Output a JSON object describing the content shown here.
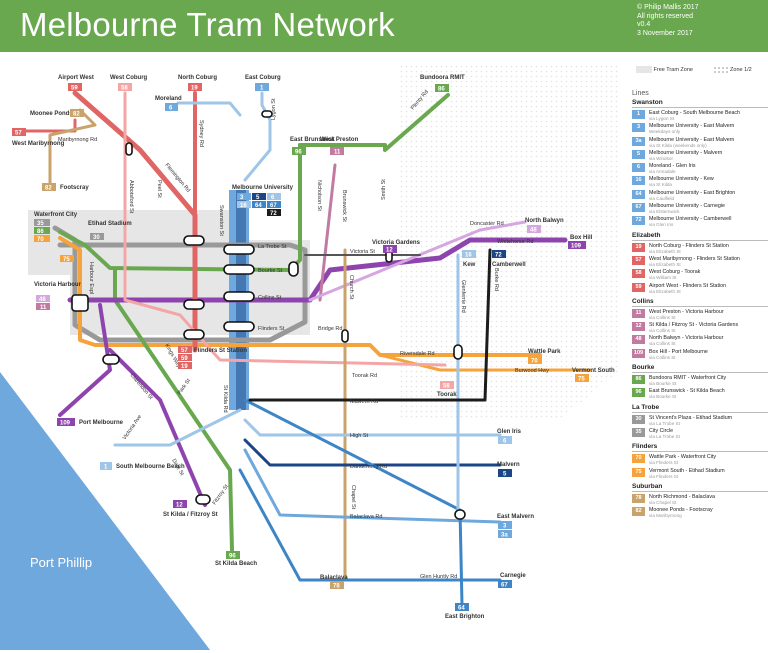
{
  "header": {
    "title": "Melbourne Tram Network",
    "copyright": "© Philip Mallis 2017",
    "rights": "All rights reserved",
    "version": "v0.4",
    "date": "3 November 2017",
    "bg": "#6aa84f"
  },
  "zones": {
    "free": "Free Tram Zone",
    "zone12": "Zone 1/2"
  },
  "water": {
    "label": "Port Phillip",
    "color": "#6fa8dc"
  },
  "legend": {
    "heading": "Lines",
    "groups": [
      {
        "name": "Swanston",
        "rows": [
          {
            "num": "1",
            "color": "#6fa8dc",
            "text": "East Coburg - South Melbourne Beach",
            "sub": "via Lygon St"
          },
          {
            "num": "3",
            "color": "#6fa8dc",
            "text": "Melbourne University - East Malvern",
            "sub": "Weekdays only"
          },
          {
            "num": "3a",
            "color": "#6fa8dc",
            "text": "Melbourne University - East Malvern",
            "sub": "via St Kilda (weekends only)"
          },
          {
            "num": "5",
            "color": "#6fa8dc",
            "text": "Melbourne University - Malvern",
            "sub": "via Windsor"
          },
          {
            "num": "6",
            "color": "#6fa8dc",
            "text": "Moreland - Glen Iris",
            "sub": "via Armadale"
          },
          {
            "num": "16",
            "color": "#6fa8dc",
            "text": "Melbourne University - Kew",
            "sub": "via St Kilda"
          },
          {
            "num": "64",
            "color": "#6fa8dc",
            "text": "Melbourne University - East Brighton",
            "sub": "via Caulfield"
          },
          {
            "num": "67",
            "color": "#6fa8dc",
            "text": "Melbourne University - Carnegie",
            "sub": "via Elsternwick"
          },
          {
            "num": "72",
            "color": "#6fa8dc",
            "text": "Melbourne University - Camberwell",
            "sub": "via Glen Iris"
          }
        ]
      },
      {
        "name": "Elizabeth",
        "rows": [
          {
            "num": "19",
            "color": "#e06666",
            "text": "North Coburg - Flinders St Station",
            "sub": "via Elizabeth St"
          },
          {
            "num": "57",
            "color": "#e06666",
            "text": "West Maribyrnong - Flinders St Station",
            "sub": "via Elizabeth St"
          },
          {
            "num": "58",
            "color": "#e06666",
            "text": "West Coburg - Toorak",
            "sub": "via William St"
          },
          {
            "num": "59",
            "color": "#e06666",
            "text": "Airport West - Flinders St Station",
            "sub": "via Elizabeth St"
          }
        ]
      },
      {
        "name": "Collins",
        "rows": [
          {
            "num": "11",
            "color": "#c27ba0",
            "text": "West Preston - Victoria Harbour",
            "sub": "via Collins St"
          },
          {
            "num": "12",
            "color": "#c27ba0",
            "text": "St Kilda / Fitzroy St - Victoria Gardens",
            "sub": "via Collins St"
          },
          {
            "num": "48",
            "color": "#c27ba0",
            "text": "North Balwyn - Victoria Harbour",
            "sub": "via Collins St"
          },
          {
            "num": "109",
            "color": "#c27ba0",
            "text": "Box Hill - Port Melbourne",
            "sub": "via Collins St"
          }
        ]
      },
      {
        "name": "Bourke",
        "rows": [
          {
            "num": "86",
            "color": "#6aa84f",
            "text": "Bundoora RMIT - Waterfront City",
            "sub": "via Bourke St"
          },
          {
            "num": "96",
            "color": "#6aa84f",
            "text": "East Brunswick - St Kilda Beach",
            "sub": "via Bourke St"
          }
        ]
      },
      {
        "name": "La Trobe",
        "rows": [
          {
            "num": "30",
            "color": "#999999",
            "text": "St Vincent's Plaza - Etihad Stadium",
            "sub": "via La Trobe St"
          },
          {
            "num": "35",
            "color": "#999999",
            "text": "City Circle",
            "sub": "via La Trobe St"
          }
        ]
      },
      {
        "name": "Flinders",
        "rows": [
          {
            "num": "70",
            "color": "#f6a33b",
            "text": "Wattle Park - Waterfront City",
            "sub": "via Flinders St"
          },
          {
            "num": "75",
            "color": "#f6a33b",
            "text": "Vermont South - Etihad Stadium",
            "sub": "via Flinders St"
          }
        ]
      },
      {
        "name": "Suburban",
        "rows": [
          {
            "num": "78",
            "color": "#c9a36b",
            "text": "North Richmond - Balaclava",
            "sub": "via Chapel St"
          },
          {
            "num": "82",
            "color": "#c9a36b",
            "text": "Moonee Ponds - Footscray",
            "sub": "via Maribyrnong"
          }
        ]
      }
    ]
  },
  "termini": [
    {
      "name": "Airport West",
      "num": "59"
    },
    {
      "name": "West Coburg",
      "num": "58"
    },
    {
      "name": "North Coburg",
      "num": "19"
    },
    {
      "name": "East Coburg",
      "num": "1"
    },
    {
      "name": "Moreland",
      "num": "6"
    },
    {
      "name": "Moonee Ponds",
      "num": "82"
    },
    {
      "name": "West Maribyrnong",
      "num": "57"
    },
    {
      "name": "Footscray",
      "num": "82"
    },
    {
      "name": "Bundoora RMIT",
      "num": "86"
    },
    {
      "name": "East Brunswick",
      "num": "96"
    },
    {
      "name": "West Preston",
      "num": "11"
    },
    {
      "name": "North Balwyn",
      "num": "48"
    },
    {
      "name": "Box Hill",
      "num": "109"
    },
    {
      "name": "Camberwell",
      "num": "72"
    },
    {
      "name": "Kew",
      "num": "16"
    },
    {
      "name": "Victoria Gardens",
      "num": "12"
    },
    {
      "name": "Wattle Park",
      "num": "70"
    },
    {
      "name": "Vermont South",
      "num": "75"
    },
    {
      "name": "Toorak",
      "num": "58"
    },
    {
      "name": "Glen Iris",
      "num": "6"
    },
    {
      "name": "Malvern",
      "num": "5"
    },
    {
      "name": "East Malvern",
      "num": "3"
    },
    {
      "name": "East Malvern 3a",
      "num": "3a"
    },
    {
      "name": "Carnegie",
      "num": "67"
    },
    {
      "name": "East Brighton",
      "num": "64"
    },
    {
      "name": "Balaclava",
      "num": "78"
    },
    {
      "name": "St Kilda Beach",
      "num": "96"
    },
    {
      "name": "St Kilda / Fitzroy St",
      "num": "12"
    },
    {
      "name": "South Melbourne Beach",
      "num": "1"
    },
    {
      "name": "Port Melbourne",
      "num": "109"
    },
    {
      "name": "Waterfront City",
      "num": "35"
    },
    {
      "name": "Etihad Stadium",
      "num": "30"
    },
    {
      "name": "Victoria Harbour",
      "num": "48"
    },
    {
      "name": "Flinders St Station",
      "num": "57"
    },
    {
      "name": "Melbourne University",
      "num": "3"
    }
  ],
  "streets": [
    "Maribyrnong Rd",
    "Flemington Rd",
    "Sydney Rd",
    "Lygon St",
    "Abbotsford St",
    "Peel St",
    "Swanston St",
    "Nicholson St",
    "Brunswick St",
    "Smith St",
    "Plenty Rd",
    "La Trobe St",
    "Bourke St",
    "Collins St",
    "Flinders St",
    "Victoria St",
    "Church St",
    "Doncaster Rd",
    "Whitehorse Rd",
    "Burke Rd",
    "Glenferrie Rd",
    "Riversdale Rd",
    "Burwood Hwy",
    "Toorak Rd",
    "Malvern Rd",
    "High St",
    "Dandenong Rd",
    "Balaclava Rd",
    "Chapel St",
    "Glen Huntly Rd",
    "St Kilda Rd",
    "Kings Way",
    "Clarendon St",
    "Park St",
    "Victoria Ave",
    "Dark St",
    "Fitzroy St",
    "Bridge Rd",
    "Harbour Espl"
  ],
  "extra_labels": {
    "flinders_num2": "59",
    "flinders_num3": "19",
    "waterfront_num2": "86",
    "waterfront_num3": "70",
    "etihad_num": "30",
    "harbour_num2": "11",
    "harbour_num_b": "75",
    "melb_uni_nums": [
      "5",
      "6",
      "16",
      "64",
      "67",
      "72"
    ],
    "flinders_st": "Flinders St",
    "east_malvern_b": "3a"
  }
}
